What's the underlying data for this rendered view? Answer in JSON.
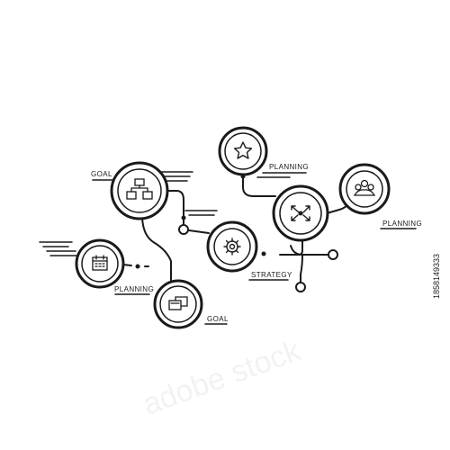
{
  "labels": {
    "goal_top": "GOAL",
    "planning_top": "PLANNING",
    "planning_right": "PLANNING",
    "strategy": "STRATEGY",
    "planning_left": "PLANNING",
    "goal_bottom": "GOAL"
  },
  "nodes": [
    {
      "name": "goal-node",
      "icon": "org-chart-icon"
    },
    {
      "name": "calendar-node",
      "icon": "calendar-icon"
    },
    {
      "name": "documents-node",
      "icon": "documents-icon"
    },
    {
      "name": "strategy-node",
      "icon": "gear-icon"
    },
    {
      "name": "star-node",
      "icon": "star-icon"
    },
    {
      "name": "team-node",
      "icon": "team-icon"
    },
    {
      "name": "arrows-node",
      "icon": "arrows-icon"
    }
  ],
  "watermark": {
    "id": "1858149333",
    "brand": "adobe stock"
  },
  "colors": {
    "stroke": "#1a1a1a",
    "background": "#ffffff"
  }
}
